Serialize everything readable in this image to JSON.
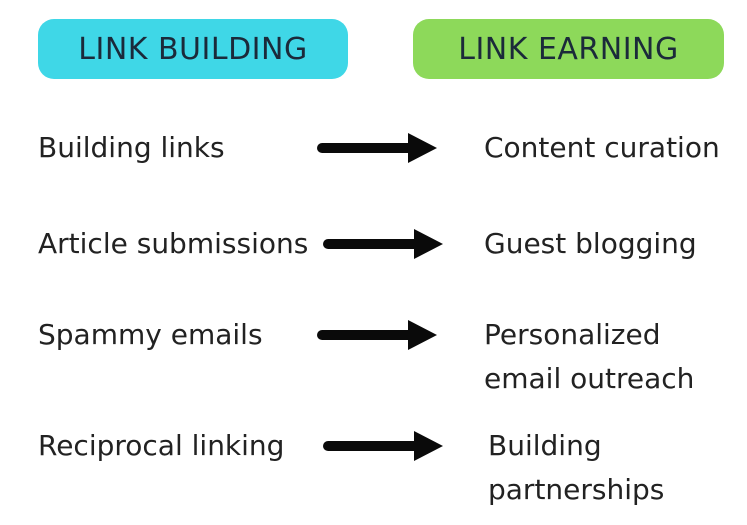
{
  "colors": {
    "link_building_bg": "#3fd7e7",
    "link_earning_bg": "#8dd95a",
    "arrow": "#0a0a0a",
    "text": "#222222"
  },
  "headers": {
    "left": "LINK BUILDING",
    "right": "LINK EARNING"
  },
  "rows": [
    {
      "from": "Building links",
      "to": "Content curation"
    },
    {
      "from": "Article submissions",
      "to": "Guest blogging"
    },
    {
      "from": "Spammy emails",
      "to": "Personalized email outreach"
    },
    {
      "from": "Reciprocal linking",
      "to": "Building partnerships"
    }
  ]
}
